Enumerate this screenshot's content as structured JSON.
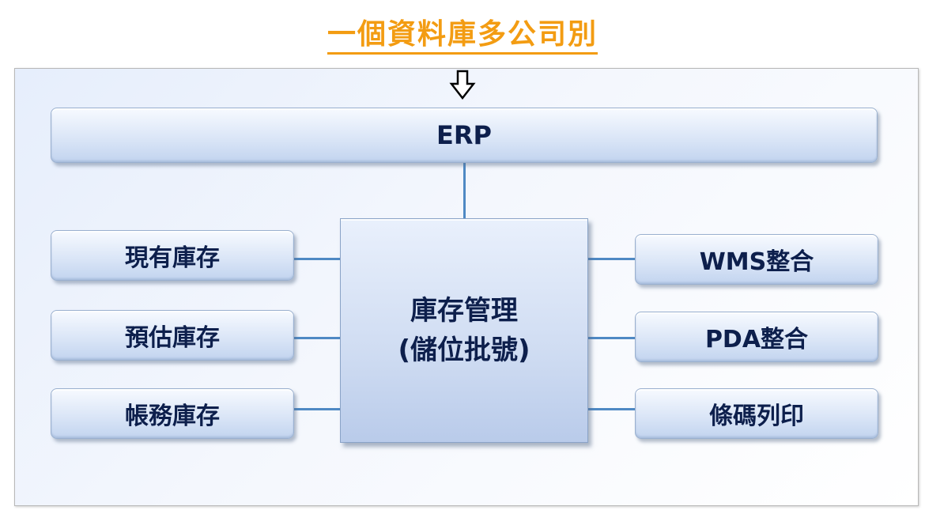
{
  "title": "一個資料庫多公司別",
  "erp_label": "ERP",
  "center": {
    "line1": "庫存管理",
    "line2": "(儲位批號)"
  },
  "left_items": [
    "現有庫存",
    "預估庫存",
    "帳務庫存"
  ],
  "right_items": [
    "WMS整合",
    "PDA整合",
    "條碼列印"
  ],
  "colors": {
    "title": "#f39c12",
    "text": "#0d1f4c",
    "connector": "#4f89c4",
    "box_fill": "#dbe6f7"
  },
  "icons": {
    "input_arrow": "down-arrow-icon"
  }
}
